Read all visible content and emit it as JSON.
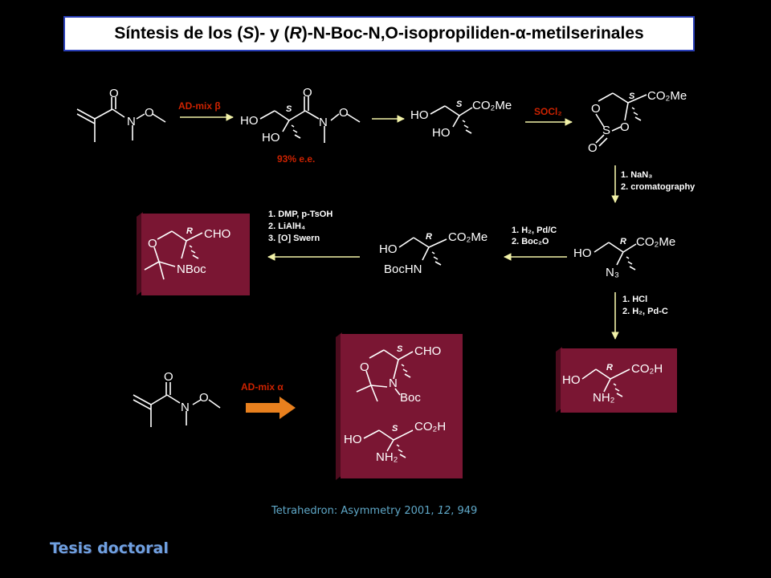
{
  "title": {
    "prefix": "Síntesis de los (",
    "s": "S",
    "mid1": ")- y (",
    "r": "R",
    "mid2": ")-N-Boc-N,O-isopropiliden-",
    "alpha": "α",
    "suffix": "-metilserinales"
  },
  "reagents": {
    "ad_mix_beta": "AD-mix β",
    "ee": "93% e.e.",
    "socl2": "SOCl₂",
    "step_azide_1": "1. NaN₃",
    "step_azide_2": "2. cromatography",
    "step_h2_1": "1. H₂, Pd/C",
    "step_h2_2": "2. Boc₂O",
    "step_dmp_1": "1. DMP, p-TsOH",
    "step_dmp_2": "2. LiAlH₄",
    "step_dmp_3": "3. [O] Swern",
    "step_hcl_1": "1. HCl",
    "step_hcl_2": "2. H₂, Pd-C",
    "ad_mix_alpha": "AD-mix α"
  },
  "atoms": {
    "O": "O",
    "N": "N",
    "HO": "HO",
    "S": "S",
    "R": "R",
    "CO2Me": "CO₂Me",
    "CO2H": "CO₂H",
    "CHO": "CHO",
    "NBoc": "NBoc",
    "Boc": "Boc",
    "BocHN": "BocHN",
    "N3": "N₃",
    "NH2": "NH₂"
  },
  "citation": {
    "journal": "Tetrahedron: Asymmetry 2001, ",
    "volume": "12",
    "pages": ", 949"
  },
  "footer": "Tesis doctoral",
  "colors": {
    "box_fill": "#7a1633",
    "arrow_light": "#f2f2a8",
    "arrow_orange": "#e8801e",
    "reagent_red": "#cc2200",
    "title_border": "#2a3fb8"
  }
}
